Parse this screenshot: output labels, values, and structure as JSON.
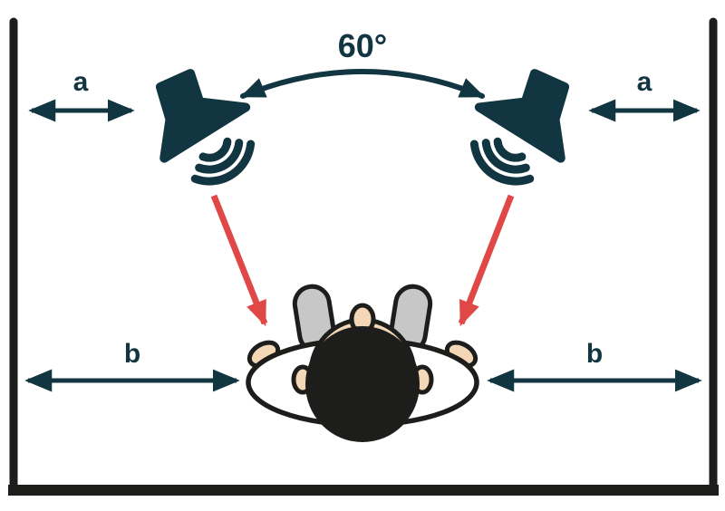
{
  "colors": {
    "ink": "#123641",
    "red": "#E04747",
    "black": "#1D1D1B",
    "gray": "#C7C7C7",
    "skin": "#F3D7B6",
    "bg": "#FFFFFF"
  },
  "angle": {
    "label": "60°"
  },
  "distances": {
    "speaker_to_side_wall": "a",
    "listener_to_side_wall": "b"
  },
  "figures": {
    "left_speaker": "loudspeaker-top-view-icon",
    "right_speaker": "loudspeaker-top-view-icon",
    "listener": "person-top-view-icon",
    "sound_direction": "red-arrow"
  }
}
